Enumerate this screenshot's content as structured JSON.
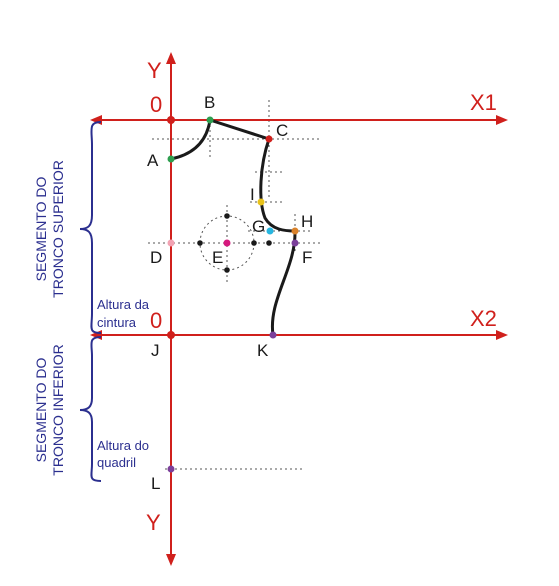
{
  "axes": {
    "y_label_top": "Y",
    "y_label_bottom": "Y",
    "x1_label": "X1",
    "x2_label": "X2",
    "origin_top": "0",
    "origin_bottom": "0"
  },
  "points": {
    "A": "A",
    "B": "B",
    "C": "C",
    "D": "D",
    "E": "E",
    "F": "F",
    "G": "G",
    "H": "H",
    "I": "I",
    "J": "J",
    "K": "K",
    "L": "L"
  },
  "segments": {
    "upper_line1": "SEGMENTO DO",
    "upper_line2": "TRONCO SUPERIOR",
    "lower_line1": "SEGMENTO DO",
    "lower_line2": "TRONCO INFERIOR"
  },
  "notes": {
    "waist_line1": "Altura da",
    "waist_line2": "cintura",
    "hip_line1": "Altura do",
    "hip_line2": "quadril"
  },
  "colors": {
    "axis": "#d0201c",
    "brace": "#2b2f8f",
    "curve": "#1a1a1a",
    "point_green": "#2e9e4f",
    "point_red": "#d0201c",
    "point_yellow": "#e8c21a",
    "point_cyan": "#27b6e0",
    "point_orange": "#d9822b",
    "point_purple": "#7b3f9a",
    "point_magenta": "#d6197e",
    "point_pink": "#f2a3b3"
  }
}
